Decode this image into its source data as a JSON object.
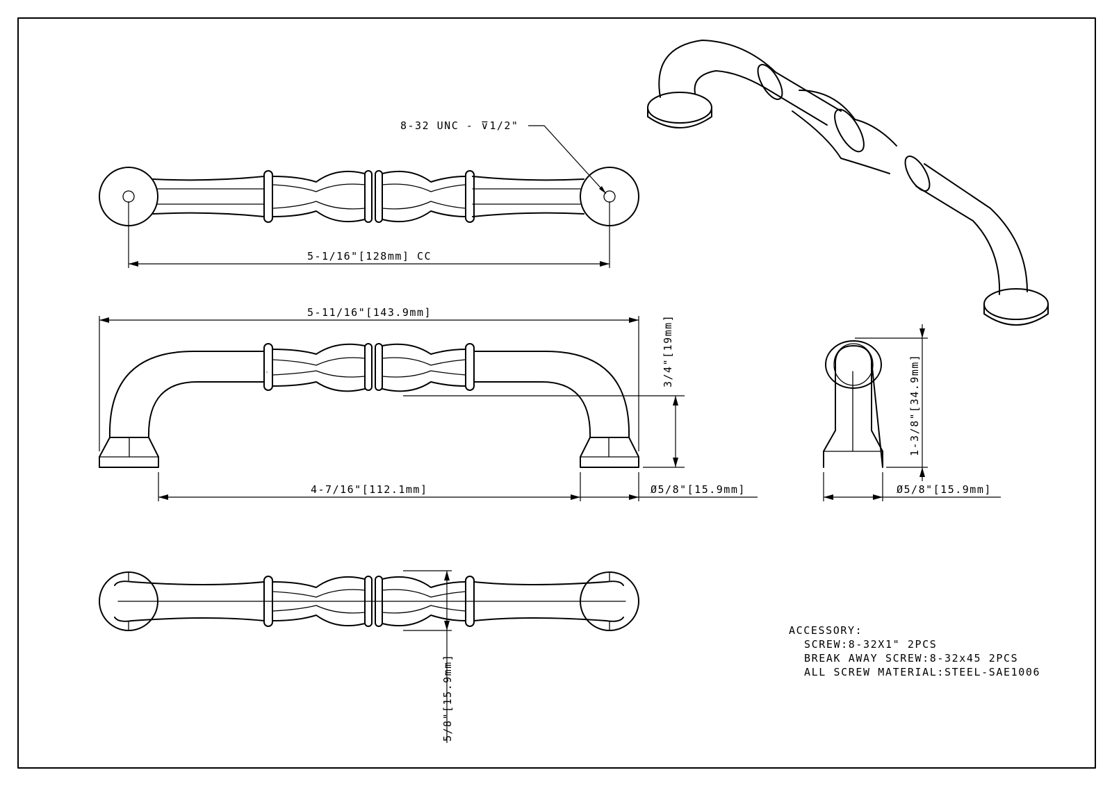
{
  "dimensions": {
    "thread": "8-32 UNC - ⊽1/2\"",
    "center_to_center": "5-1/16\"[128mm] CC",
    "overall_length": "5-11/16\"[143.9mm]",
    "inner_clearance": "4-7/16\"[112.1mm]",
    "foot_diameter_front": "Ø5/8\"[15.9mm]",
    "foot_diameter_side": "Ø5/8\"[15.9mm]",
    "grip_height": "3/4\"[19mm]",
    "projection": "1-3/8\"[34.9mm]",
    "body_width": "5/8\"[15.9mm]"
  },
  "accessory": {
    "title": "ACCESSORY:",
    "lines": [
      "SCREW:8-32X1\" 2PCS",
      "BREAK AWAY SCREW:8-32x45 2PCS",
      "ALL SCREW MATERIAL:STEEL-SAE1006"
    ]
  }
}
